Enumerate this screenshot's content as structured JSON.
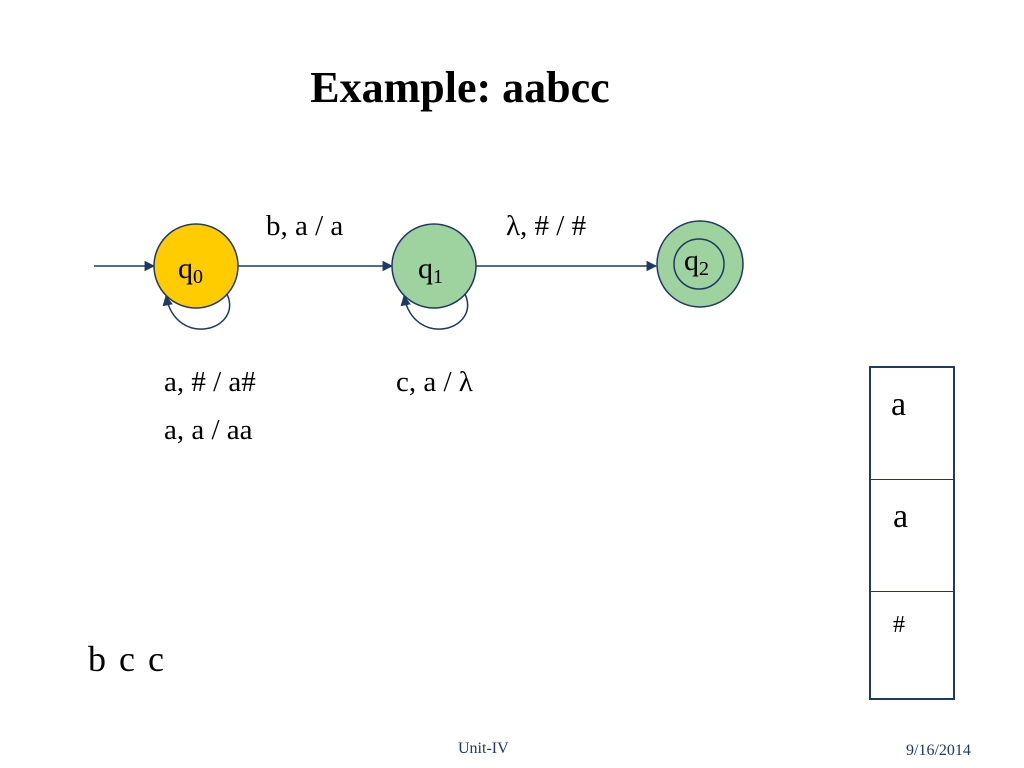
{
  "slide": {
    "title": "Example: aabcc",
    "remaining_input": "b c c",
    "footer_center": "Unit-IV",
    "footer_right": "9/16/2014"
  },
  "diagram": {
    "states": [
      {
        "id": "q0",
        "base": "q",
        "sub": "0",
        "fill": "#ffcc00",
        "start": true,
        "accept": false
      },
      {
        "id": "q1",
        "base": "q",
        "sub": "1",
        "fill": "#9ed29e",
        "start": false,
        "accept": false
      },
      {
        "id": "q2",
        "base": "q",
        "sub": "2",
        "fill": "#9ed29e",
        "start": false,
        "accept": true
      }
    ],
    "transitions": [
      {
        "from": "q0",
        "to": "q1",
        "label": "b, a / a"
      },
      {
        "from": "q1",
        "to": "q2",
        "label": "λ, # / #"
      },
      {
        "from": "q0",
        "to": "q0",
        "label_lines": [
          "a, # / a#",
          "a, a / aa"
        ]
      },
      {
        "from": "q1",
        "to": "q1",
        "label": "c, a / λ"
      }
    ],
    "edge_color": "#1f3864"
  },
  "stack": {
    "cells": [
      "a",
      "a",
      "#"
    ]
  }
}
